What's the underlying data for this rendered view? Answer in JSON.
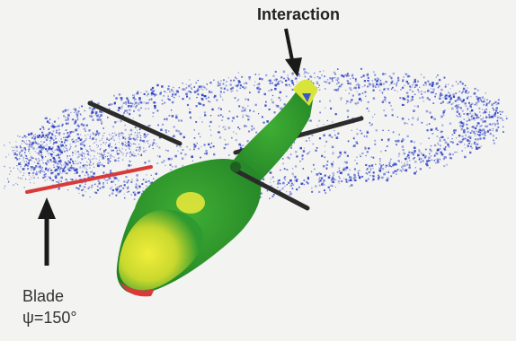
{
  "annotations": {
    "interaction": "Interaction",
    "blade_line1": "Blade",
    "blade_line2": "ψ=150°"
  },
  "colors": {
    "background": "#f3f3f1",
    "wake_particles": "#2a3fc4",
    "fuselage_green": "#2f9a2f",
    "fuselage_yellow": "#e6e63a",
    "blade_red": "#d83a3a",
    "rotor_blades": "#2b2b2b",
    "arrow": "#1a1a1a"
  }
}
